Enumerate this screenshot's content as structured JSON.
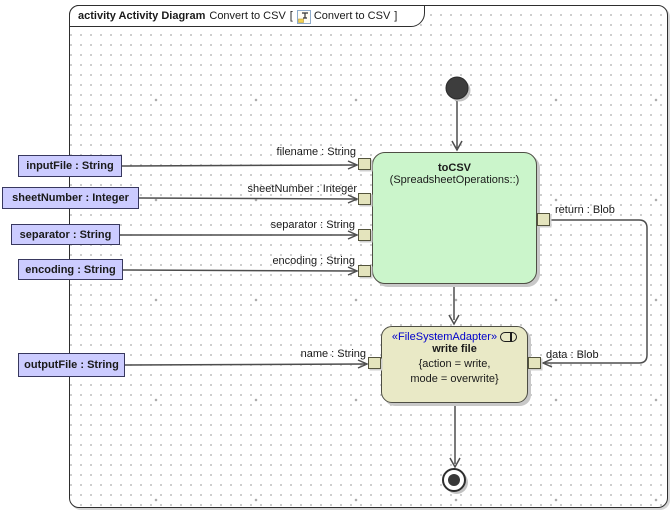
{
  "frame": {
    "keyword_and_kind": "activity Activity Diagram",
    "diagram_name": "Convert to CSV",
    "open_bracket": "[",
    "ref_name": "Convert to CSV",
    "close_bracket": "]"
  },
  "parameters": [
    {
      "label": "inputFile : String"
    },
    {
      "label": "sheetNumber : Integer"
    },
    {
      "label": "separator : String"
    },
    {
      "label": "encoding : String"
    },
    {
      "label": "outputFile : String"
    }
  ],
  "tocsv": {
    "name": "toCSV",
    "subtitle": "(SpreadsheetOperations::)",
    "input_pins": [
      {
        "label": "filename : String"
      },
      {
        "label": "sheetNumber : Integer"
      },
      {
        "label": "separator : String"
      },
      {
        "label": "encoding : String"
      }
    ],
    "output_pin": {
      "label": "return : Blob"
    }
  },
  "write_file": {
    "stereotype": "«FileSystemAdapter»",
    "name": "write file",
    "constraint_line1": "{action = write,",
    "constraint_line2": "mode = overwrite}",
    "input_pin": {
      "label": "name : String"
    },
    "data_pin": {
      "label": "data : Blob"
    }
  },
  "colors": {
    "parameter_fill": "#ccccff",
    "action_fill": "#cbf5cb",
    "adapter_fill": "#e9e9c6",
    "pin_fill": "#e4e4bd",
    "stereotype_text": "#0000cc",
    "edge": "#4d4d4d",
    "shadow": "#c8c8c8"
  }
}
